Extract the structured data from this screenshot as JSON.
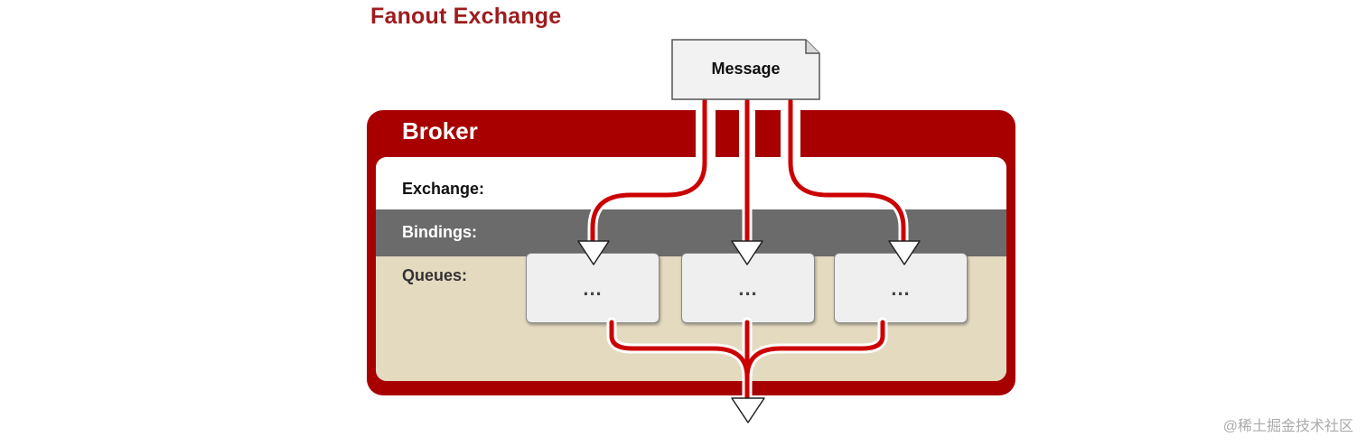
{
  "title": "Fanout Exchange",
  "message": {
    "label": "Message"
  },
  "broker": {
    "label": "Broker",
    "rows": {
      "exchange": "Exchange:",
      "bindings": "Bindings:",
      "queues": "Queues:"
    },
    "queues": [
      {
        "label": "..."
      },
      {
        "label": "..."
      },
      {
        "label": "..."
      }
    ]
  },
  "colors": {
    "title": "#9e1b1e",
    "broker": "#a80000",
    "route": "#cc0000",
    "bindings_band": "#6b6b6b",
    "queues_band": "#e4dac0"
  },
  "watermark": "@稀土掘金技术社区"
}
